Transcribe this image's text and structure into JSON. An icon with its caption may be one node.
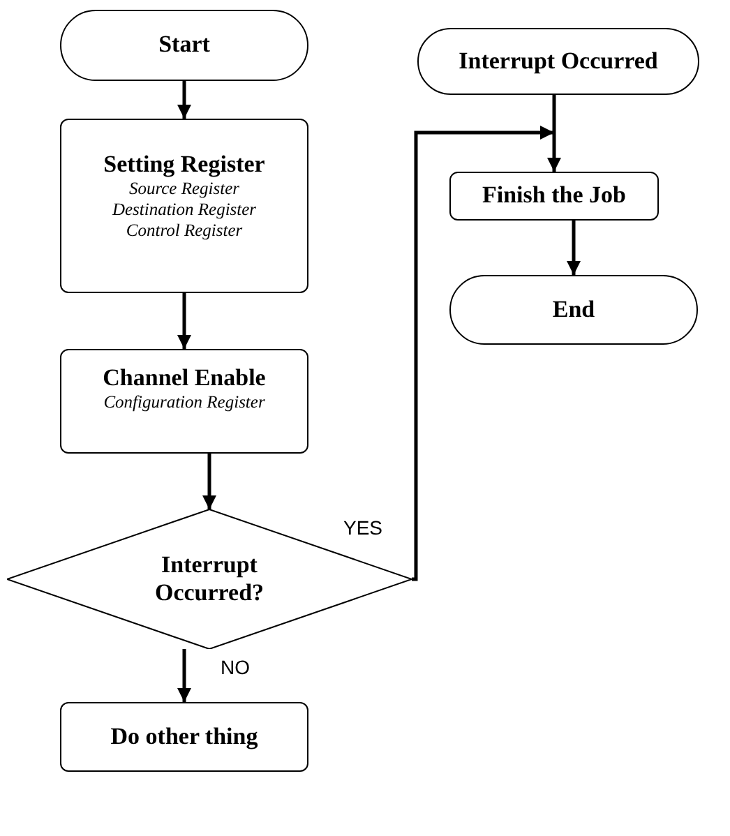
{
  "diagram": {
    "nodes": [
      {
        "text": [
          "Start"
        ]
      },
      {
        "text": [
          "Setting Register",
          "Source Register Destination Register Control Register"
        ]
      },
      {
        "text": [
          "Channel Enable",
          "Configuration Register"
        ]
      },
      {
        "text": [
          "Interrupt Occurred?"
        ]
      },
      {
        "text": [
          "Do other thing"
        ]
      },
      {
        "text": [
          "Interrupt Occurred"
        ]
      },
      {
        "text": [
          "Finish the Job"
        ]
      },
      {
        "text": [
          "End"
        ]
      }
    ],
    "edges": [
      {
        "from": 0,
        "to": 1,
        "arrow": "to"
      },
      {
        "from": 1,
        "to": 2,
        "arrow": "to"
      },
      {
        "from": 2,
        "to": 3,
        "arrow": "to"
      },
      {
        "from": 3,
        "to": 4,
        "arrow": "to",
        "label": "NO"
      },
      {
        "from": 3,
        "to": 6,
        "arrow": "to",
        "label": "YES"
      },
      {
        "from": 5,
        "to": 6,
        "arrow": "to"
      },
      {
        "from": 6,
        "to": 7,
        "arrow": "to"
      }
    ]
  }
}
